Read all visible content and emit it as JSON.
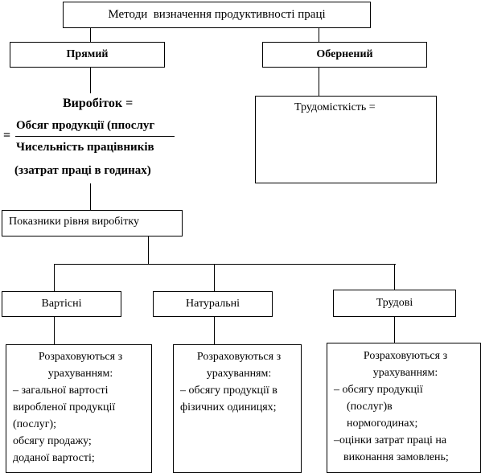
{
  "title": "Методи  визначення продуктивності праці",
  "direct": "Прямий",
  "inverse": "Обернений",
  "output_formula": {
    "label": "Виробіток =",
    "eq": "=",
    "numerator": "Обсяг продукції (ппослуг",
    "denominator": "Чисельність працівників",
    "note": "(ззатрат праці в годинах)"
  },
  "labor_intensity": "Трудомісткість =",
  "indicators": "Показники рівня виробітку",
  "categories": {
    "cost": "Вартісні",
    "natural": "Натуральні",
    "labor": "Трудові"
  },
  "details": {
    "cost": [
      "Розраховуються з",
      "урахуванням:",
      "– загальної вартості",
      "виробленої продукції",
      "(послуг);",
      "обсягу продажу;",
      "доданої вартості;"
    ],
    "natural": [
      "Розраховуються з",
      "урахуванням:",
      "– обсягу продукції в",
      "фізичних одиницях;"
    ],
    "labor": [
      "Розраховуються з",
      "урахуванням:",
      "– обсягу продукції",
      "(послуг)в",
      "нормогодинах;",
      "–оцінки затрат праці на",
      "виконання замовлень;"
    ]
  }
}
